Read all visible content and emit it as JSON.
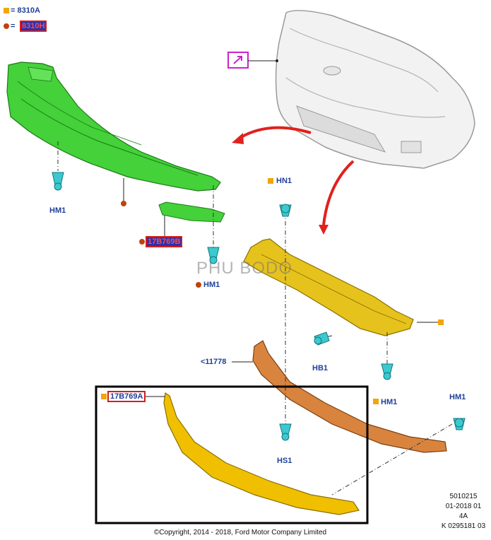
{
  "legend": {
    "item1": "= 8310A",
    "item2_prefix": "= ",
    "item2": "8310H"
  },
  "labels": {
    "hm1_top_left": "HM1",
    "hm1_mid": "HM1",
    "part_17b769b": "17B769B",
    "hn1": "HN1",
    "hb1": "HB1",
    "hm1_right_mid": "HM1",
    "hm1_far_right": "HM1",
    "part_11778": "<11778",
    "part_17b769a": "17B769A",
    "hs1": "HS1"
  },
  "watermark": "PHU BODO",
  "document_ref": {
    "line1": "5010215",
    "line2": "01-2018 01",
    "line3": "4A",
    "line4": "K 0295181 03"
  },
  "copyright": "©Copyright, 2014 - 2018, Ford Motor Company Limited",
  "colors": {
    "legend_square": "#f2a50c",
    "legend_dot": "#c2410c",
    "label_text": "#1f3f99",
    "highlight_border": "#d01f1f",
    "green_part": "#44d13a",
    "yellow_part": "#e6c21c",
    "orange_part": "#d9843e",
    "fastener": "#3bc9d0",
    "arrow": "#e0211d",
    "indicator_box": "#cc22cc"
  }
}
